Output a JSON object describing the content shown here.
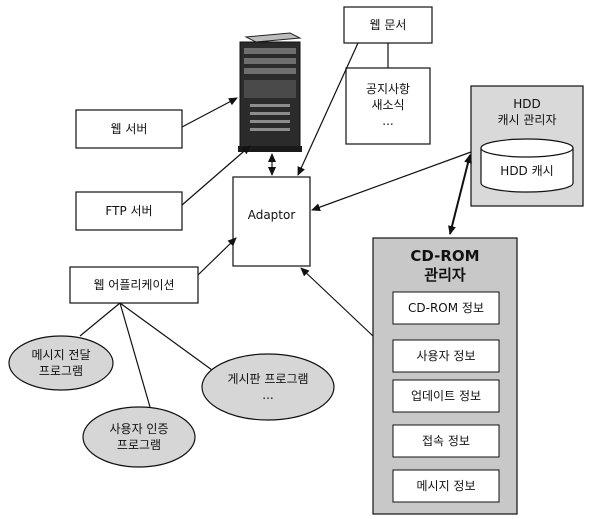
{
  "web_server": "웹 서버",
  "ftp_server": "FTP 서버",
  "web_app": "웹 어플리케이션",
  "adaptor": "Adaptor",
  "web_doc": {
    "title": "웹 문서",
    "items": [
      "공지사항",
      "새소식",
      "..."
    ]
  },
  "hdd_manager": {
    "title_line1": "HDD",
    "title_line2": "캐시 관리자",
    "cache": "HDD 캐시"
  },
  "cdrom_manager": {
    "title_line1": "CD-ROM",
    "title_line2": "관리자",
    "items": [
      "CD-ROM 정보",
      "사용자 정보",
      "업데이트 정보",
      "접속 정보",
      "메시지 정보"
    ]
  },
  "programs": {
    "message": [
      "메시지 전달",
      "프로그램"
    ],
    "auth": [
      "사용자 인증",
      "프로그램"
    ],
    "board": [
      "게시판 프로그램",
      "..."
    ]
  }
}
